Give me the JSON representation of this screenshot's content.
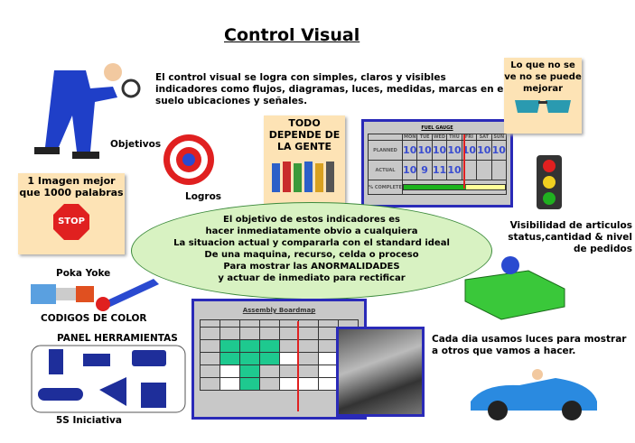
{
  "title": "Control Visual",
  "intro": "El control visual se logra con simples, claros y visibles indicadores como flujos, diagramas, luces, medidas, marcas en el suelo ubicaciones y señales.",
  "labels": {
    "objetivos": "Objetivos",
    "logros": "Logros",
    "imagen": "1 Imagen mejor que 1000 palabras",
    "stop": "STOP",
    "poka_yoke": "Poka Yoke",
    "codigos": "CODIGOS DE COLOR",
    "panel": "PANEL HERRAMIENTAS",
    "cinco_s": "5S Iniciativa",
    "todo": "TODO DEPENDE DE LA GENTE",
    "lo_que": "Lo que no se ve no se puede mejorar",
    "visibilidad": "Visibilidad de articulos status,cantidad & nivel de pedidos",
    "cada_dia": "Cada dia usamos luces para mostrar a otros que vamos a hacer."
  },
  "ellipse": [
    "El objetivo de estos indicadores es",
    "hacer inmediatamente obvio a cualquiera",
    "La situacion actual y compararla con el standard ideal",
    "De una maquina, recurso, celda o proceso",
    "Para mostrar las ANORMALIDADES",
    "y actuar de inmediato para rectificar"
  ],
  "fuel_gauge": {
    "title": "FUEL GAUGE",
    "days": [
      "MON",
      "TUE",
      "WED",
      "THU",
      "FRI",
      "SAT",
      "SUN"
    ],
    "rows": [
      {
        "label": "PLANNED",
        "values": [
          "10",
          "10",
          "10",
          "10",
          "10",
          "10",
          "10"
        ]
      },
      {
        "label": "ACTUAL",
        "values": [
          "10",
          "9",
          "11",
          "10",
          "",
          "",
          ""
        ]
      }
    ],
    "complete_label": "% COMPLETE",
    "complete_pct": 62,
    "colors": {
      "bar": "#1db31d",
      "track": "#ffff99",
      "line": "#e02020"
    }
  },
  "assembly": {
    "title": "Assembly Boardmap"
  },
  "colors": {
    "panel_border": "#2a2ab8",
    "ellipse": "#d8f2c2",
    "note": "#fde3b5"
  }
}
